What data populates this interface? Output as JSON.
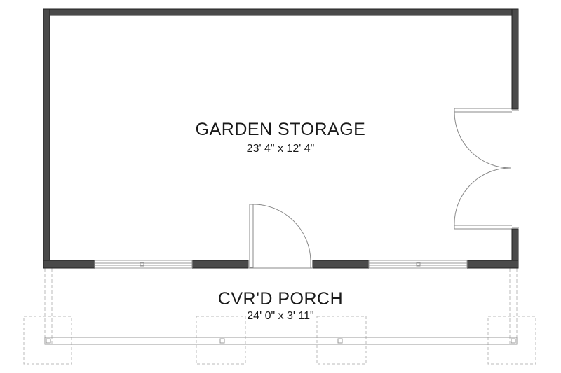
{
  "rooms": {
    "storage": {
      "name": "GARDEN STORAGE",
      "dims": "23' 4\" x 12' 4\""
    },
    "porch": {
      "name": "CVR'D PORCH",
      "dims": "24' 0\" x 3' 11\""
    }
  },
  "colors": {
    "wall": "#4a4a4a",
    "wall_edge": "#222222",
    "line": "#999999",
    "dashed": "#bbbbbb"
  }
}
